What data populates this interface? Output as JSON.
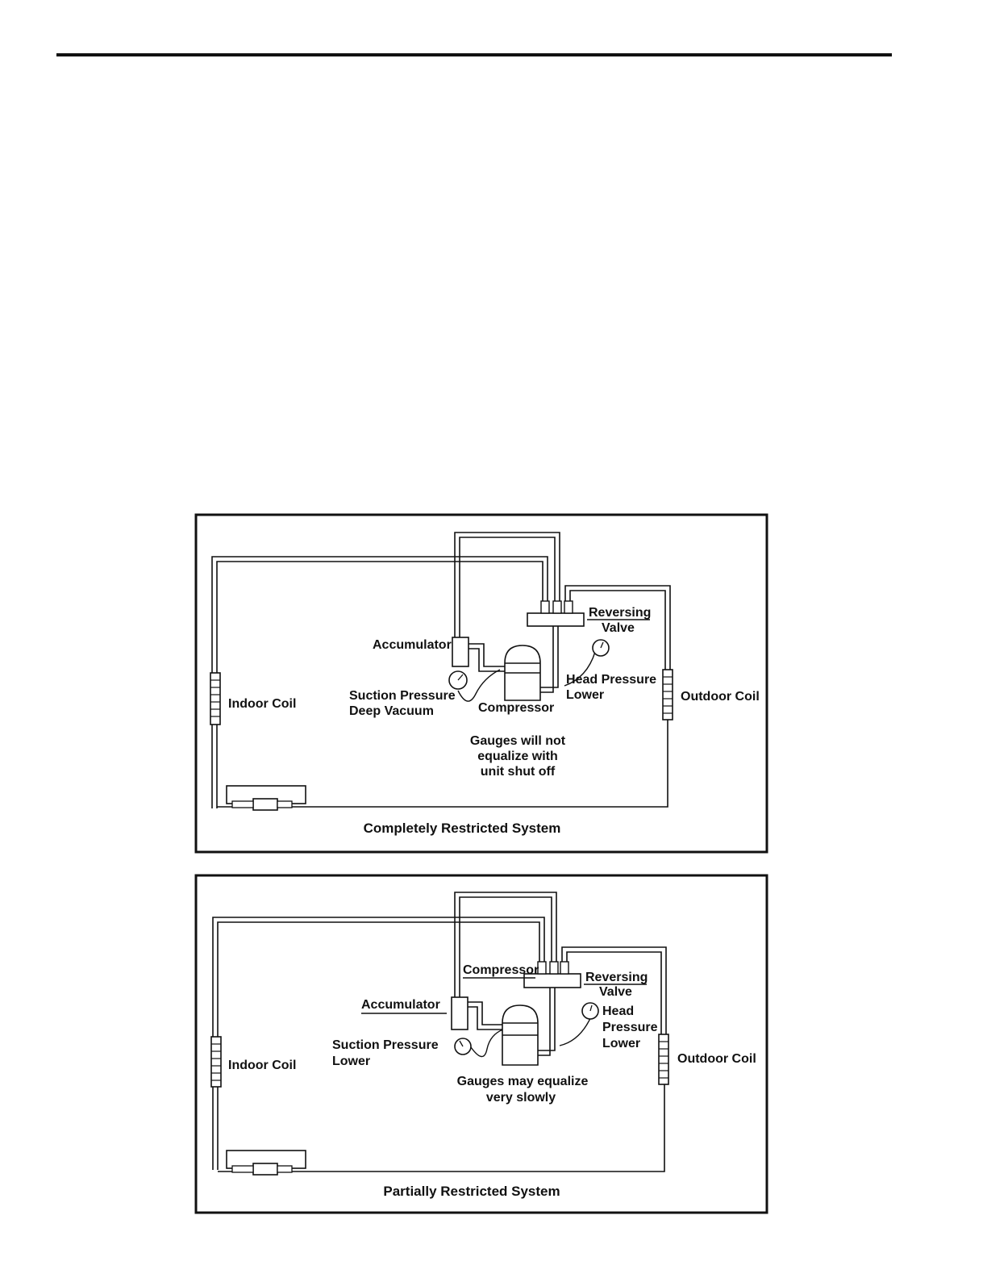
{
  "figures": [
    {
      "caption": "Completely Restricted System",
      "labels": {
        "indoor_coil": "Indoor Coil",
        "outdoor_coil": "Outdoor Coil",
        "accumulator": "Accumulator",
        "compressor": "Compressor",
        "reversing_1": "Reversing",
        "reversing_2": "Valve",
        "suction_1": "Suction Pressure",
        "suction_2": "Deep Vacuum",
        "head_1": "Head Pressure",
        "head_2": "Lower",
        "gauges_1": "Gauges will not",
        "gauges_2": "equalize with",
        "gauges_3": "unit shut off"
      }
    },
    {
      "caption": "Partially Restricted System",
      "labels": {
        "indoor_coil": "Indoor Coil",
        "outdoor_coil": "Outdoor Coil",
        "accumulator": "Accumulator",
        "compressor": "Compressor",
        "reversing_1": "Reversing",
        "reversing_2": "Valve",
        "suction_1": "Suction Pressure",
        "suction_2": "Lower",
        "head_1": "Head",
        "head_2": "Pressure",
        "head_3": "Lower",
        "gauges_1": "Gauges may equalize",
        "gauges_2": "very slowly"
      }
    }
  ]
}
